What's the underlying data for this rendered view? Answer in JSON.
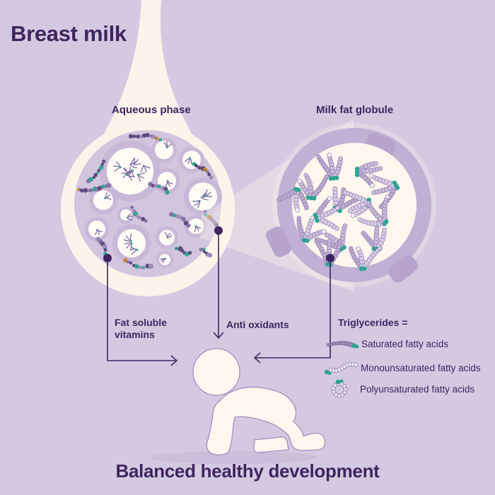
{
  "title": "Breast milk",
  "diagram": {
    "aqueous_label": "Aqueous phase",
    "globule_label": "Milk fat globule",
    "fat_soluble_label": "Fat soluble\nvitamins",
    "antioxidants_label": "Anti oxidants",
    "footer": "Balanced healthy development"
  },
  "legend": {
    "heading": "Triglycerides =",
    "items": [
      {
        "icon": "saturated-fatty-acid-icon",
        "label": "Saturated fatty acids"
      },
      {
        "icon": "monounsaturated-fatty-acid-icon",
        "label": "Monounsaturated fatty acids"
      },
      {
        "icon": "polyunsaturated-fatty-acid-icon",
        "label": "Polyunsaturated fatty acids"
      }
    ]
  },
  "colors": {
    "background": "#d5c9e2",
    "ink": "#40245e",
    "cream": "#fbf4ea",
    "aqueous_fill": "#d2c5de",
    "vesicle_ring": "#c9b7d8",
    "vesicle_fill": "#fefbf5",
    "globule_ring": "#c2b0d4",
    "globule_tab": "#b7a3cc",
    "globule_fill": "#fdf7ee",
    "bead_light": "#d9cee6",
    "bead_mid": "#bcabd1",
    "bead_soft": "#cabbdb",
    "bead_outline": "#8f7bad",
    "purple_deep": "#5d4a7e",
    "purple_mid": "#8672a4",
    "purple_pale": "#9d8cba",
    "teal": "#2fa392",
    "orange": "#c2802e",
    "molecule_stroke": "#7d68a0",
    "baby_outline": "#a78cc0",
    "shadow": "#c3b4d6"
  }
}
